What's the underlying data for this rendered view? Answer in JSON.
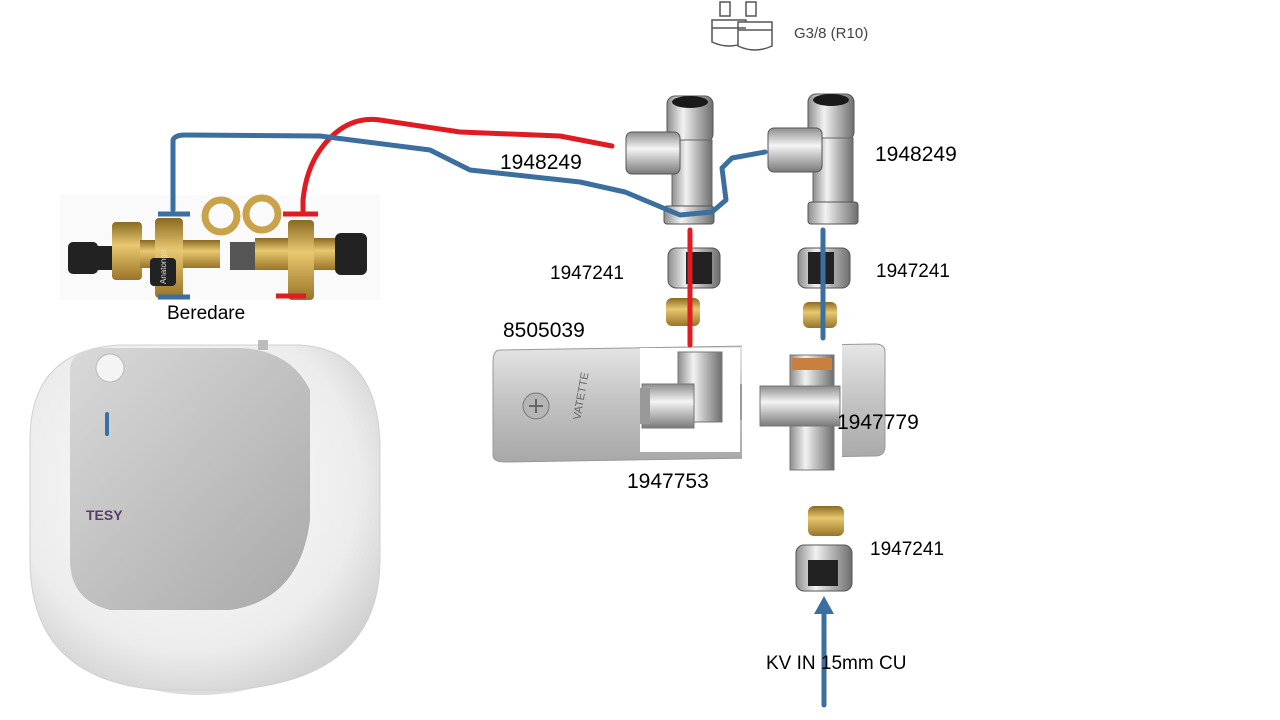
{
  "labels": {
    "g38": "G3/8 (R10)",
    "part_1948249_left": "1948249",
    "part_1948249_right": "1948249",
    "part_1947241_left": "1947241",
    "part_1947241_right": "1947241",
    "part_1947241_bottom": "1947241",
    "part_8505039": "8505039",
    "part_1947779": "1947779",
    "part_1947753": "1947753",
    "beredare": "Beredare",
    "kv_in": "KV IN 15mm CU",
    "tesy_brand": "TESY",
    "valve_brand": "Anatongo",
    "plate_brand": "VATETTE"
  },
  "colors": {
    "hot_pipe": "#e01b22",
    "cold_pipe": "#3b6fa0",
    "brass": "#c9a24a",
    "chrome": "#c8c8c8"
  }
}
